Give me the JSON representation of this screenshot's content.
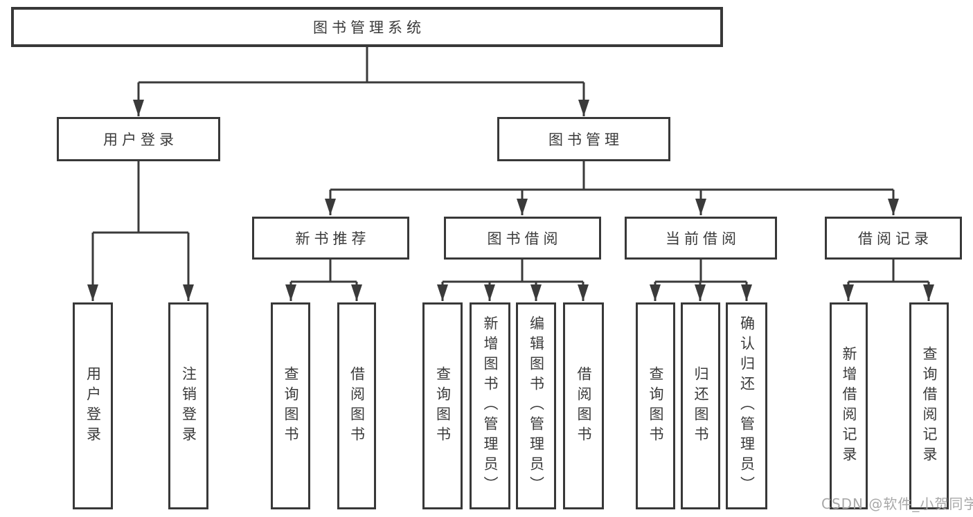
{
  "diagram_type": "hierarchy-tree",
  "colors": {
    "background": "#ffffff",
    "box_border": "#383838",
    "line": "#3a3a3a",
    "text": "#3a3a3a",
    "watermark": "#a8a8a8"
  },
  "tree": {
    "root": {
      "label": "图书管理系统",
      "children": [
        {
          "label": "用户登录",
          "children": [
            {
              "label": "用户登录"
            },
            {
              "label": "注销登录"
            }
          ]
        },
        {
          "label": "图书管理",
          "children": [
            {
              "label": "新书推荐",
              "children": [
                {
                  "label": "查询图书"
                },
                {
                  "label": "借阅图书"
                }
              ]
            },
            {
              "label": "图书借阅",
              "children": [
                {
                  "label": "查询图书"
                },
                {
                  "label": "新增图书（管理员）"
                },
                {
                  "label": "编辑图书（管理员）"
                },
                {
                  "label": "借阅图书"
                }
              ]
            },
            {
              "label": "当前借阅",
              "children": [
                {
                  "label": "查询图书"
                },
                {
                  "label": "归还图书"
                },
                {
                  "label": "确认归还（管理员）"
                }
              ]
            },
            {
              "label": "借阅记录",
              "children": [
                {
                  "label": "新增借阅记录"
                },
                {
                  "label": "查询借阅记录"
                }
              ]
            }
          ]
        }
      ]
    }
  },
  "watermark": {
    "text": "CSDN @软件_小贺同学"
  }
}
